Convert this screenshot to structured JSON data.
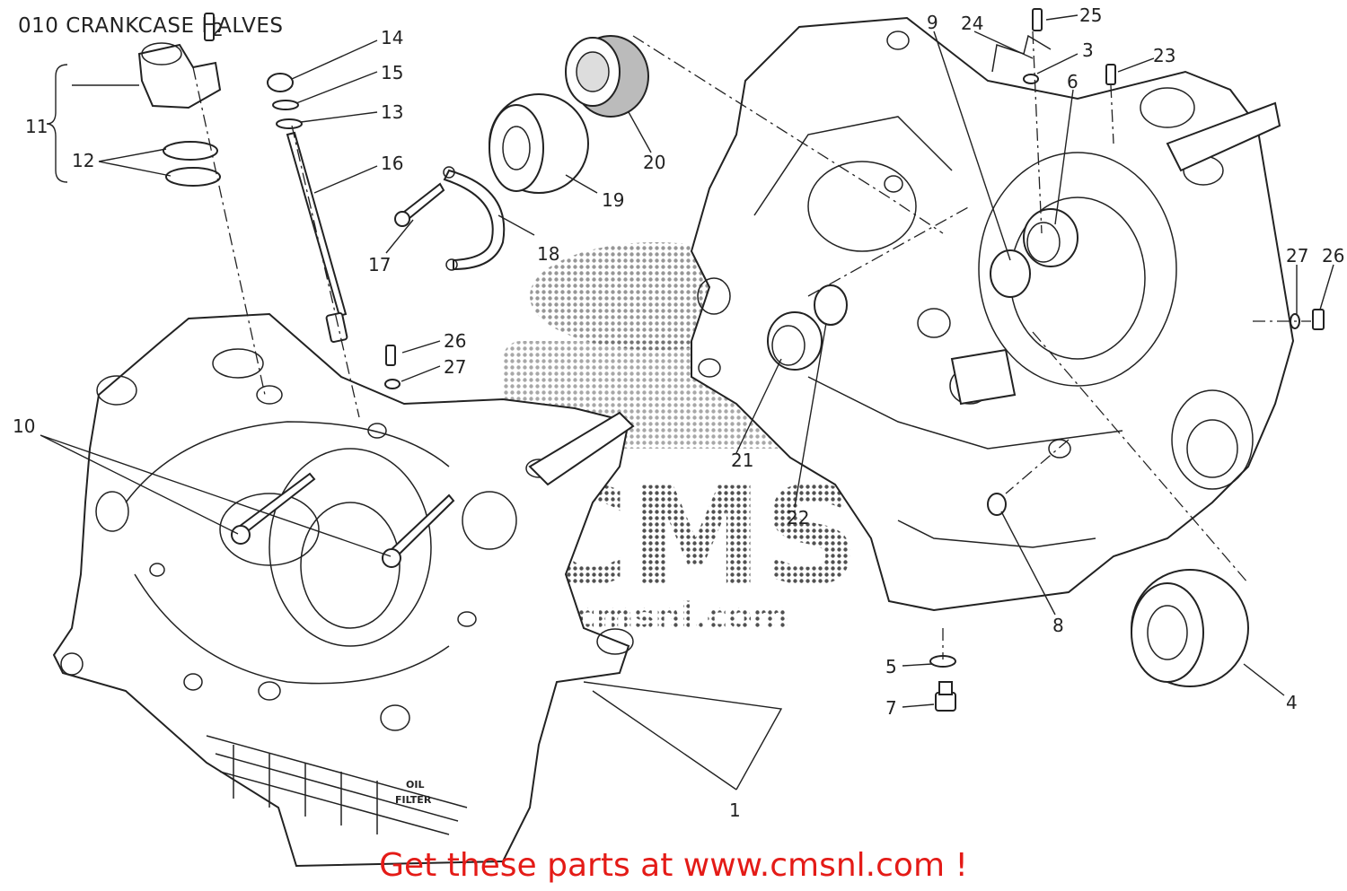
{
  "title": "010 CRANKCASE HALVES",
  "footer": "Get these parts at www.cmsnl.com !",
  "watermark": "CMS",
  "watermark_sub": "cmsnl.com",
  "case_labels": {
    "oil": "OIL",
    "filter": "FILTER"
  },
  "callouts": [
    {
      "id": "c1",
      "label": "1"
    },
    {
      "id": "c2",
      "label": "2"
    },
    {
      "id": "c3",
      "label": "3"
    },
    {
      "id": "c4",
      "label": "4"
    },
    {
      "id": "c5",
      "label": "5"
    },
    {
      "id": "c6",
      "label": "6"
    },
    {
      "id": "c7",
      "label": "7"
    },
    {
      "id": "c8",
      "label": "8"
    },
    {
      "id": "c9",
      "label": "9"
    },
    {
      "id": "c10",
      "label": "10"
    },
    {
      "id": "c11",
      "label": "11"
    },
    {
      "id": "c12",
      "label": "12"
    },
    {
      "id": "c13",
      "label": "13"
    },
    {
      "id": "c14",
      "label": "14"
    },
    {
      "id": "c15",
      "label": "15"
    },
    {
      "id": "c16",
      "label": "16"
    },
    {
      "id": "c17",
      "label": "17"
    },
    {
      "id": "c18",
      "label": "18"
    },
    {
      "id": "c19",
      "label": "19"
    },
    {
      "id": "c20",
      "label": "20"
    },
    {
      "id": "c21",
      "label": "21"
    },
    {
      "id": "c22",
      "label": "22"
    },
    {
      "id": "c23",
      "label": "23"
    },
    {
      "id": "c24",
      "label": "24"
    },
    {
      "id": "c25",
      "label": "25"
    },
    {
      "id": "c26a",
      "label": "26"
    },
    {
      "id": "c26b",
      "label": "26"
    },
    {
      "id": "c27a",
      "label": "27"
    },
    {
      "id": "c27b",
      "label": "27"
    }
  ]
}
